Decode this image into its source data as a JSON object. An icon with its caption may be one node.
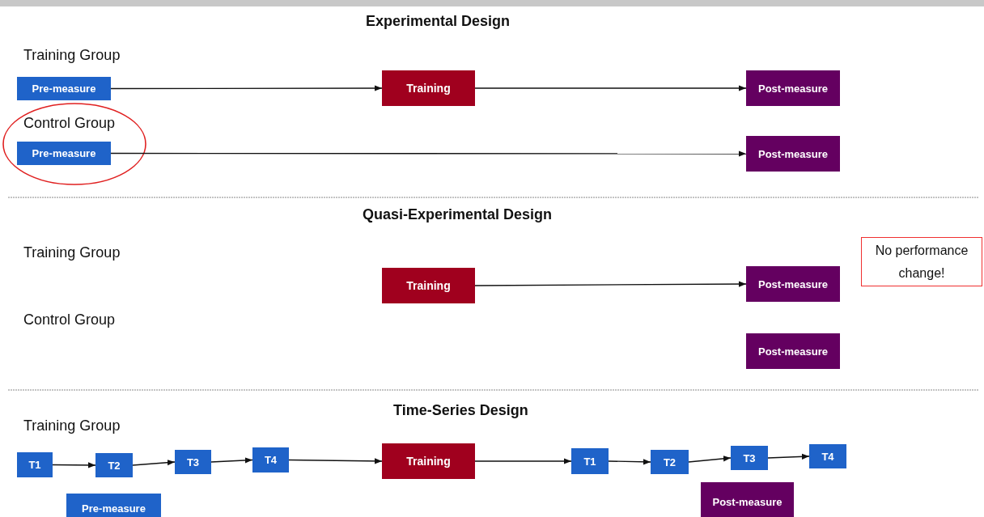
{
  "diagram": {
    "nodes": [
      {
        "text": [
          "Pre-measure"
        ]
      },
      {
        "text": [
          "Training"
        ]
      },
      {
        "text": [
          "Post-measure"
        ]
      },
      {
        "text": [
          "Pre-measure"
        ]
      },
      {
        "text": [
          "Post-measure"
        ]
      },
      {
        "text": [
          "Training"
        ]
      },
      {
        "text": [
          "Post-measure"
        ]
      },
      {
        "text": [
          "Post-measure"
        ]
      },
      {
        "text": [
          "No performance change!"
        ]
      },
      {
        "text": [
          "T1"
        ]
      },
      {
        "text": [
          "T2"
        ]
      },
      {
        "text": [
          "T3"
        ]
      },
      {
        "text": [
          "T4"
        ]
      },
      {
        "text": [
          "Training"
        ]
      },
      {
        "text": [
          "T1"
        ]
      },
      {
        "text": [
          "T2"
        ]
      },
      {
        "text": [
          "T3"
        ]
      },
      {
        "text": [
          "T4"
        ]
      },
      {
        "text": [
          "Pre-measure"
        ]
      },
      {
        "text": [
          "Post-measure"
        ]
      }
    ],
    "edges": [
      {
        "from": 0,
        "to": 1,
        "arrow": "to"
      },
      {
        "from": 1,
        "to": 2,
        "arrow": "to"
      },
      {
        "from": 3,
        "to": 4,
        "arrow": "to"
      },
      {
        "from": 5,
        "to": 6,
        "arrow": "to"
      },
      {
        "from": 9,
        "to": 10,
        "arrow": "to"
      },
      {
        "from": 10,
        "to": 11,
        "arrow": "to"
      },
      {
        "from": 11,
        "to": 12,
        "arrow": "to"
      },
      {
        "from": 12,
        "to": 13,
        "arrow": "to"
      },
      {
        "from": 13,
        "to": 14,
        "arrow": "to"
      },
      {
        "from": 14,
        "to": 15,
        "arrow": "to"
      },
      {
        "from": 15,
        "to": 16,
        "arrow": "to"
      },
      {
        "from": 16,
        "to": 17,
        "arrow": "to"
      }
    ],
    "labels": [
      "Experimental Design",
      "Training Group",
      "Control Group",
      "Quasi-Experimental Design",
      "Training Group",
      "Control Group",
      "Time-Series Design",
      "Training Group"
    ]
  }
}
